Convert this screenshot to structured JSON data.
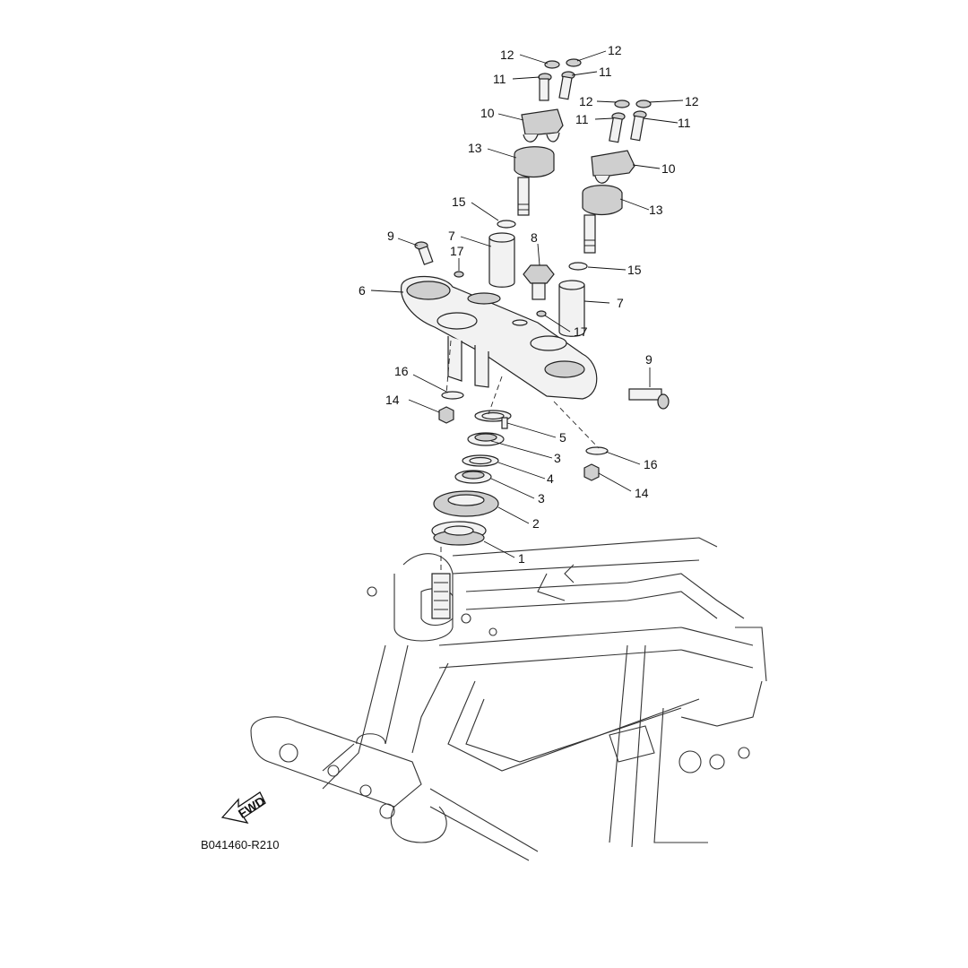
{
  "diagram_code": "B041460-R210",
  "fwd_label": "FWD",
  "callouts": [
    "1",
    "2",
    "3",
    "3",
    "4",
    "5",
    "6",
    "7",
    "7",
    "8",
    "9",
    "9",
    "10",
    "10",
    "11",
    "11",
    "11",
    "11",
    "12",
    "12",
    "12",
    "12",
    "13",
    "13",
    "14",
    "14",
    "15",
    "15",
    "16",
    "16",
    "17",
    "17"
  ],
  "icons": {
    "direction": "fwd-arrow-icon"
  }
}
